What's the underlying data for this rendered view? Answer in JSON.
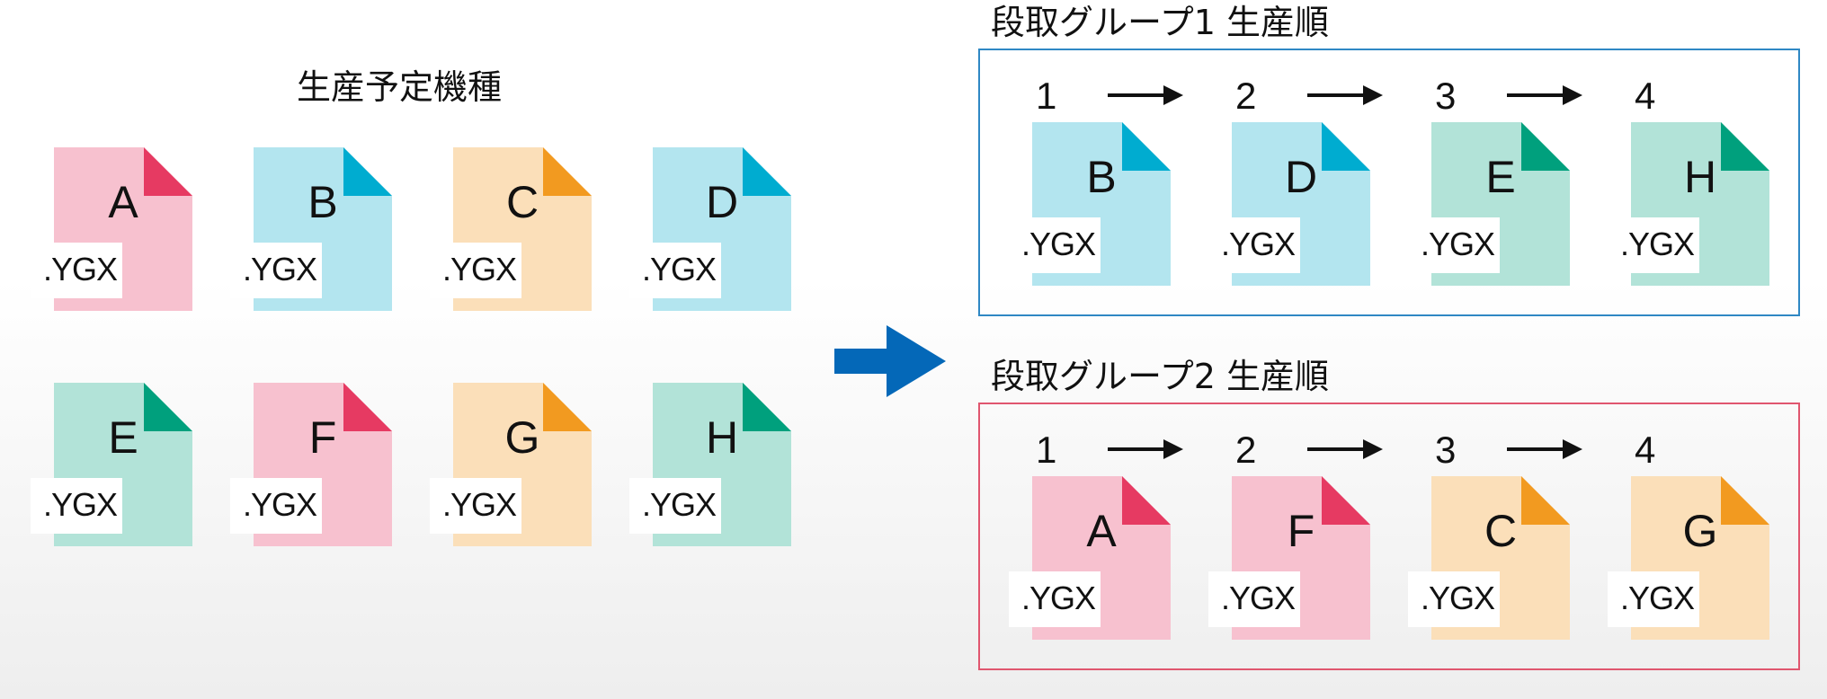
{
  "left_title": "生産予定機種",
  "colors": {
    "pink": {
      "body": "#f7c1cf",
      "corner": "#e63a62"
    },
    "blue": {
      "body": "#b3e5ef",
      "corner": "#00acd0"
    },
    "orange": {
      "body": "#fbdfb9",
      "corner": "#f29a20"
    },
    "green": {
      "body": "#b2e3d8",
      "corner": "#00a07d"
    },
    "transfer_arrow": "#0468b8",
    "group1_border": "#2f88c4",
    "group2_border": "#e0566f"
  },
  "file_extension": ".YGX",
  "planned_models": [
    {
      "letter": "A",
      "color": "pink"
    },
    {
      "letter": "B",
      "color": "blue"
    },
    {
      "letter": "C",
      "color": "orange"
    },
    {
      "letter": "D",
      "color": "blue"
    },
    {
      "letter": "E",
      "color": "green"
    },
    {
      "letter": "F",
      "color": "pink"
    },
    {
      "letter": "G",
      "color": "orange"
    },
    {
      "letter": "H",
      "color": "green"
    }
  ],
  "groups": [
    {
      "title": "段取グループ1 生産順",
      "steps": [
        "1",
        "2",
        "3",
        "4"
      ],
      "items": [
        {
          "letter": "B",
          "color": "blue"
        },
        {
          "letter": "D",
          "color": "blue"
        },
        {
          "letter": "E",
          "color": "green"
        },
        {
          "letter": "H",
          "color": "green"
        }
      ]
    },
    {
      "title": "段取グループ2 生産順",
      "steps": [
        "1",
        "2",
        "3",
        "4"
      ],
      "items": [
        {
          "letter": "A",
          "color": "pink"
        },
        {
          "letter": "F",
          "color": "pink"
        },
        {
          "letter": "C",
          "color": "orange"
        },
        {
          "letter": "G",
          "color": "orange"
        }
      ]
    }
  ]
}
